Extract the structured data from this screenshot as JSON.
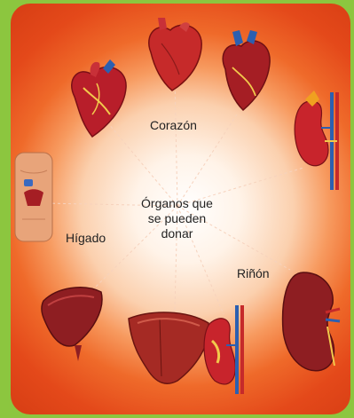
{
  "center": {
    "lines": [
      "Órganos que",
      "se pueden",
      "donar"
    ]
  },
  "labels": {
    "heart": "Corazón",
    "liver": "Hígado",
    "kidney": "Riñón"
  },
  "colors": {
    "frame": "#8cc63f",
    "bg_outer": "#d33a12",
    "bg_mid": "#ef6a2a",
    "bg_center": "#ffffff"
  }
}
